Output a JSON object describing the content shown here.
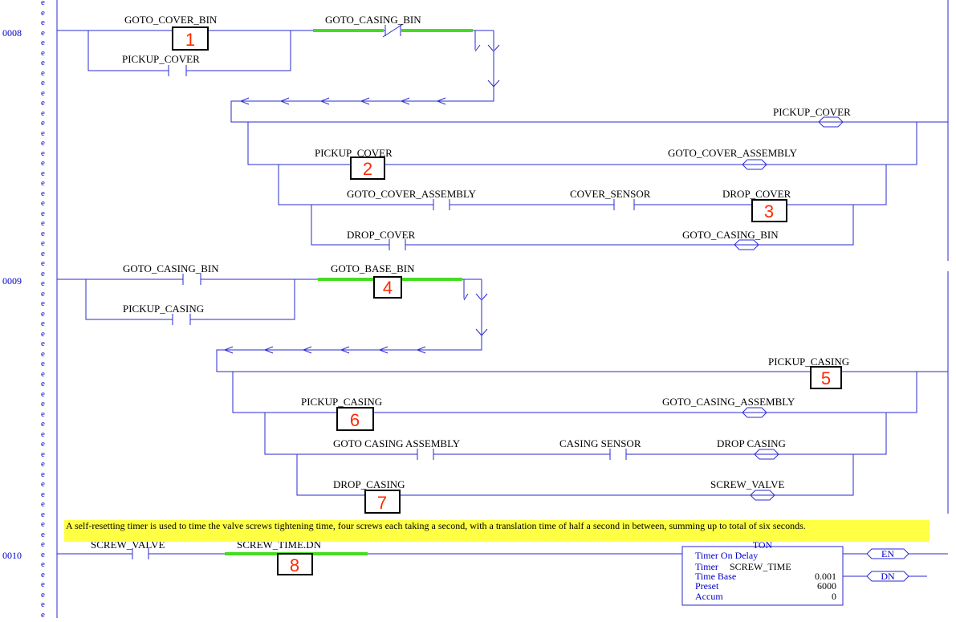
{
  "rungs": [
    {
      "number": "0008",
      "elements": [
        {
          "label": "GOTO_COVER_BIN",
          "kind": "contact"
        },
        {
          "label": "PICKUP_COVER",
          "kind": "contact"
        },
        {
          "label": "GOTO_CASING_BIN",
          "kind": "contact",
          "highlight": true
        },
        {
          "label": "PICKUP_COVER",
          "kind": "coil"
        },
        {
          "label": "PICKUP_COVER",
          "kind": "contact"
        },
        {
          "label": "GOTO_COVER_ASSEMBLY",
          "kind": "coil"
        },
        {
          "label": "GOTO_COVER_ASSEMBLY",
          "kind": "contact"
        },
        {
          "label": "COVER_SENSOR",
          "kind": "contact"
        },
        {
          "label": "DROP_COVER",
          "kind": "coil"
        },
        {
          "label": "DROP_COVER",
          "kind": "contact"
        },
        {
          "label": "GOTO_CASING_BIN",
          "kind": "coil"
        }
      ],
      "markers": [
        "1",
        "2",
        "3"
      ]
    },
    {
      "number": "0009",
      "elements": [
        {
          "label": "GOTO_CASING_BIN",
          "kind": "contact"
        },
        {
          "label": "PICKUP_CASING",
          "kind": "contact"
        },
        {
          "label": "GOTO_BASE_BIN",
          "kind": "contact",
          "highlight": true
        },
        {
          "label": "PICKUP_CASING",
          "kind": "coil"
        },
        {
          "label": "PICKUP_CASING",
          "kind": "contact"
        },
        {
          "label": "GOTO_CASING_ASSEMBLY",
          "kind": "coil"
        },
        {
          "label": "GOTO CASING ASSEMBLY",
          "kind": "contact"
        },
        {
          "label": "CASING SENSOR",
          "kind": "contact"
        },
        {
          "label": "DROP CASING",
          "kind": "coil"
        },
        {
          "label": "DROP_CASING",
          "kind": "contact"
        },
        {
          "label": "SCREW_VALVE",
          "kind": "coil"
        }
      ],
      "markers": [
        "4",
        "5",
        "6",
        "7"
      ]
    },
    {
      "number": "0010",
      "comment": "A self-resetting timer is used to time the valve screws tightening time, four screws each taking a second, with a translation time of half a second in between, summing up to total of six seconds.",
      "elements": [
        {
          "label": "SCREW_VALVE",
          "kind": "contact"
        },
        {
          "label": "SCREW_TIME.DN",
          "kind": "contact",
          "highlight": true
        }
      ],
      "markers": [
        "8"
      ],
      "timer": {
        "type": "TON",
        "title": "Timer On Delay",
        "timer_label": "Timer",
        "timer_name": "SCREW_TIME",
        "time_base_label": "Time Base",
        "time_base": "0.001",
        "preset_label": "Preset",
        "preset": "6000",
        "accum_label": "Accum",
        "accum": "0",
        "en": "EN",
        "dn": "DN"
      }
    }
  ],
  "rail_letter": "e",
  "colors": {
    "wire": "#2a2ad0",
    "highlight": "#44dd22",
    "marker": "#ff2a00",
    "comment_bg": "#ffff44"
  }
}
